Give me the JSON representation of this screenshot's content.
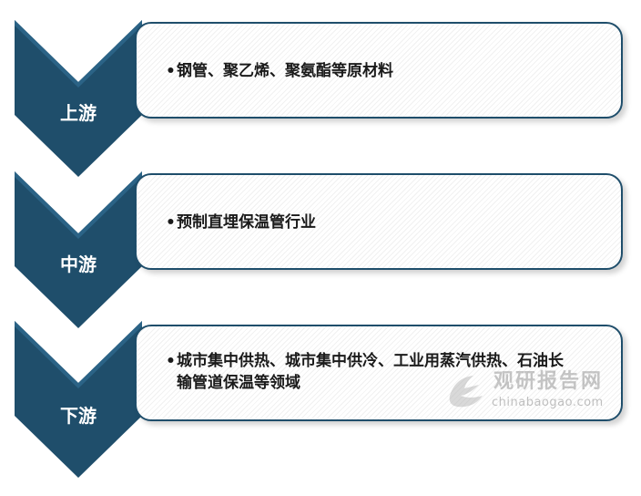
{
  "stages": [
    {
      "name": "上游",
      "items": [
        "钢管、聚乙烯、聚氨酯等原材料"
      ]
    },
    {
      "name": "中游",
      "items": [
        "预制直埋保温管行业"
      ]
    },
    {
      "name": "下游",
      "items": [
        "城市集中供热、城市集中供冷、工业用蒸汽供热、石油长输管道保温等领域"
      ]
    }
  ],
  "watermark": {
    "title": "观研报告网",
    "subtitle": "chinabaogao.com"
  },
  "colors": {
    "chevron": "#1f4e6b",
    "box_border": "#1f4e6b",
    "label_text": "#ffffff"
  },
  "bullet_char": "•"
}
